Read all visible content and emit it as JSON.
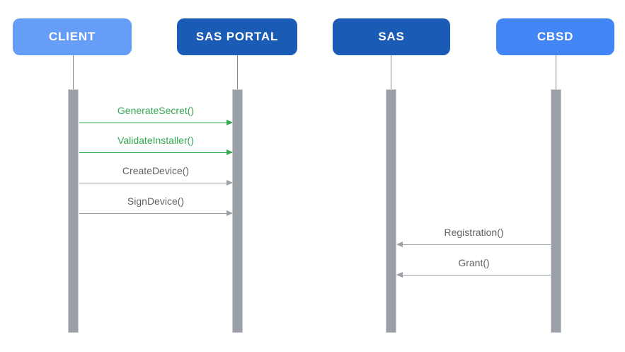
{
  "diagram": {
    "title": "SAS Portal / CBSD registration sequence diagram",
    "actors": [
      {
        "id": "client",
        "label": "CLIENT",
        "tone": "light-blue"
      },
      {
        "id": "sas-portal",
        "label": "SAS PORTAL",
        "tone": "dark-blue"
      },
      {
        "id": "sas",
        "label": "SAS",
        "tone": "dark-blue"
      },
      {
        "id": "cbsd",
        "label": "CBSD",
        "tone": "mid-blue"
      }
    ],
    "messages": [
      {
        "label": "GenerateSecret()",
        "from": "CLIENT",
        "to": "SAS PORTAL",
        "color": "green",
        "direction": "right"
      },
      {
        "label": "ValidateInstaller()",
        "from": "CLIENT",
        "to": "SAS PORTAL",
        "color": "green",
        "direction": "right"
      },
      {
        "label": "CreateDevice()",
        "from": "CLIENT",
        "to": "SAS PORTAL",
        "color": "gray",
        "direction": "right"
      },
      {
        "label": "SignDevice()",
        "from": "CLIENT",
        "to": "SAS PORTAL",
        "color": "gray",
        "direction": "right"
      },
      {
        "label": "Registration()",
        "from": "CBSD",
        "to": "SAS",
        "color": "gray",
        "direction": "left"
      },
      {
        "label": "Grant()",
        "from": "CBSD",
        "to": "SAS",
        "color": "gray",
        "direction": "left"
      }
    ],
    "colors": {
      "actor_light_blue": "#669df6",
      "actor_dark_blue": "#1a5bb5",
      "actor_mid_blue": "#4285f4",
      "arrow_green": "#34a853",
      "arrow_gray": "#9aa0a6",
      "label_gray": "#5f6368",
      "activation_bar_gray": "#9aa0a6",
      "background": "#ffffff"
    }
  }
}
